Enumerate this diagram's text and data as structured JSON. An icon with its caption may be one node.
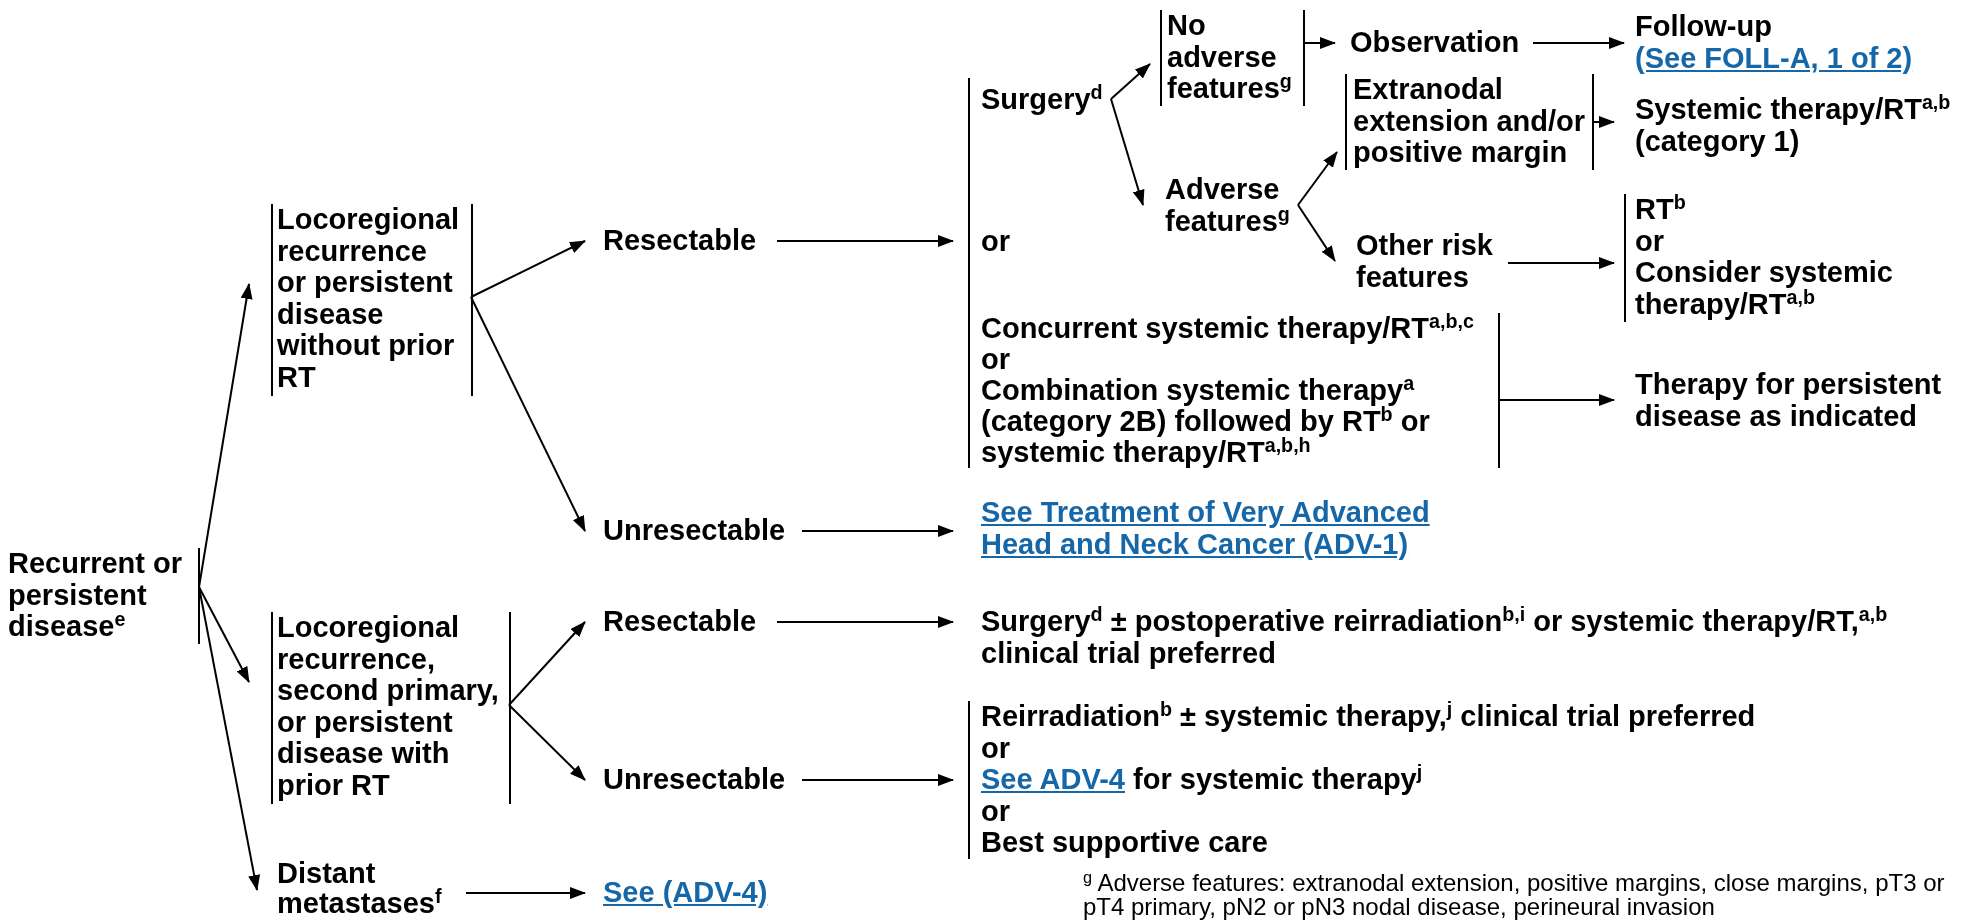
{
  "diagram": {
    "nodes": [
      {
        "text": [
          "Recurrent or persistent disease$^{e}$"
        ]
      },
      {
        "text": [
          "Locoregional recurrence or persistent disease without prior RT"
        ]
      },
      {
        "text": [
          "Locoregional recurrence, second primary, or persistent disease with prior RT"
        ]
      },
      {
        "text": [
          "Distant metastases$^{f}$"
        ]
      },
      {
        "text": [
          "Resectable"
        ]
      },
      {
        "text": [
          "Unresectable"
        ]
      },
      {
        "text": [
          "Resectable"
        ]
      },
      {
        "text": [
          "Unresectable"
        ]
      },
      {
        "text": [
          "See (ADV-4)"
        ]
      },
      {
        "text": [
          "or"
        ]
      },
      {
        "text": [
          "Surgery$^{d}$"
        ]
      },
      {
        "text": [
          "Concurrent systemic therapy/RT$^{a,b,c}$",
          "or",
          "Combination systemic therapy$^{a}$ (category 2B) followed by RT$^{b}$ or systemic therapy/RT$^{a,b,h}$"
        ]
      },
      {
        "text": [
          "No adverse features$^{g}$"
        ]
      },
      {
        "text": [
          "Observation"
        ]
      },
      {
        "text": [
          "Follow-up",
          "(See FOLL-A, 1 of 2)"
        ]
      },
      {
        "text": [
          "Adverse features$^{g}$"
        ]
      },
      {
        "text": [
          "Extranodal extension and/or positive margin"
        ]
      },
      {
        "text": [
          "Systemic therapy/RT$^{a,b}$ (category 1)"
        ]
      },
      {
        "text": [
          "Other risk features"
        ]
      },
      {
        "text": [
          "RT$^{b}$",
          "or",
          "Consider systemic therapy/RT$^{a,b}$"
        ]
      },
      {
        "text": [
          "Therapy for persistent disease as indicated"
        ]
      },
      {
        "text": [
          "See Treatment of Very Advanced Head and Neck Cancer (ADV-1)"
        ]
      },
      {
        "text": [
          "Surgery$^{d}$ ± postoperative reirradiation$^{b,i}$ or systemic therapy/RT,$^{a,b}$ clinical trial preferred"
        ]
      },
      {
        "text": [
          "Reirradiation$^{b}$ ± systemic therapy,$^{j}$ clinical trial preferred",
          "or",
          "See ADV-4",
          "for systemic therapy$^{j}$",
          "or",
          "Best supportive care"
        ]
      }
    ],
    "edges": [
      {
        "from": 0,
        "to": 1,
        "arrow": "to"
      },
      {
        "from": 0,
        "to": 2,
        "arrow": "to"
      },
      {
        "from": 0,
        "to": 3,
        "arrow": "to"
      },
      {
        "from": 1,
        "to": 4,
        "arrow": "to"
      },
      {
        "from": 1,
        "to": 5,
        "arrow": "to"
      },
      {
        "from": 2,
        "to": 6,
        "arrow": "to"
      },
      {
        "from": 2,
        "to": 7,
        "arrow": "to"
      },
      {
        "from": 3,
        "to": 8,
        "arrow": "to"
      },
      {
        "from": 4,
        "to": 9,
        "arrow": "to"
      },
      {
        "from": 5,
        "to": 21,
        "arrow": "to"
      },
      {
        "from": 6,
        "to": 22,
        "arrow": "to"
      },
      {
        "from": 7,
        "to": 23,
        "arrow": "to"
      },
      {
        "from": 10,
        "to": 12,
        "arrow": "to"
      },
      {
        "from": 10,
        "to": 15,
        "arrow": "to"
      },
      {
        "from": 12,
        "to": 13,
        "arrow": "to"
      },
      {
        "from": 13,
        "to": 14,
        "arrow": "to"
      },
      {
        "from": 15,
        "to": 16,
        "arrow": "to"
      },
      {
        "from": 15,
        "to": 18,
        "arrow": "to"
      },
      {
        "from": 16,
        "to": 17,
        "arrow": "to"
      },
      {
        "from": 18,
        "to": 19,
        "arrow": "to"
      },
      {
        "from": 11,
        "to": 20,
        "arrow": "to"
      }
    ],
    "labels": [
      "$^{g}$ Adverse features: extranodal extension, positive margins, close margins, pT3 or pT4 primary, pN2 or pN3 nodal disease, perineural invasion"
    ]
  }
}
